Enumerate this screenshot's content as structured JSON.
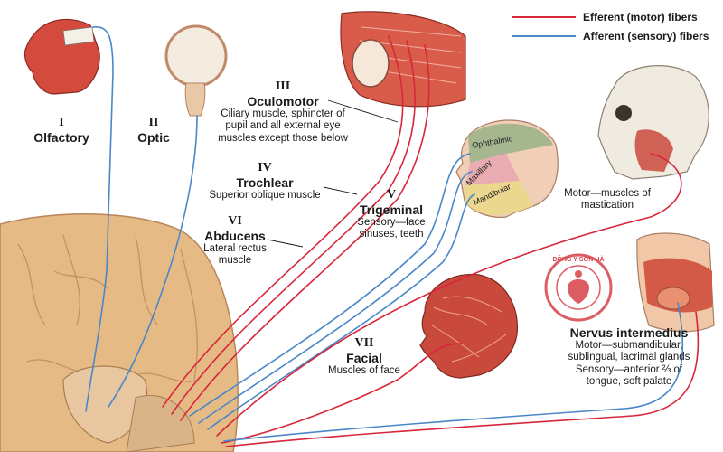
{
  "legend": [
    {
      "label": "Efferent (motor) fibers",
      "color": "#d8263a"
    },
    {
      "label": "Afferent (sensory) fibers",
      "color": "#4a87c9"
    }
  ],
  "colors": {
    "efferent": "#d8263a",
    "afferent": "#4a87c9",
    "brain": "#e6ba84",
    "skin": "#f1cfb6",
    "muscle": "#c94a3c"
  },
  "nerves": {
    "i": {
      "numeral": "I",
      "name": "Olfactory"
    },
    "ii": {
      "numeral": "II",
      "name": "Optic"
    },
    "iii": {
      "numeral": "III",
      "name": "Oculomotor",
      "desc": [
        "Ciliary muscle, sphincter of",
        "pupil and all external eye",
        "muscles except those below"
      ]
    },
    "iv": {
      "numeral": "IV",
      "name": "Trochlear",
      "desc": [
        "Superior oblique muscle"
      ]
    },
    "v": {
      "numeral": "V",
      "name": "Trigeminal",
      "desc": [
        "Sensory—face",
        "sinuses, teeth"
      ]
    },
    "vi": {
      "numeral": "VI",
      "name": "Abducens",
      "desc": [
        "Lateral rectus",
        "muscle"
      ]
    },
    "vii": {
      "numeral": "VII",
      "name": "Facial",
      "desc": [
        "Muscles of face"
      ]
    },
    "intermedius": {
      "name": "Nervus intermedius",
      "desc": [
        "Motor—submandibular,",
        "sublingual, lacrimal glands",
        "Sensory—anterior ⅔ of",
        "tongue, soft palate"
      ]
    },
    "mastication": {
      "desc": [
        "Motor—muscles of",
        "mastication"
      ]
    }
  },
  "trigeminal_regions": [
    "Ophthalmic",
    "Maxillary",
    "Mandibular"
  ],
  "watermark": "ĐÔNG Y SƠN HÀ"
}
